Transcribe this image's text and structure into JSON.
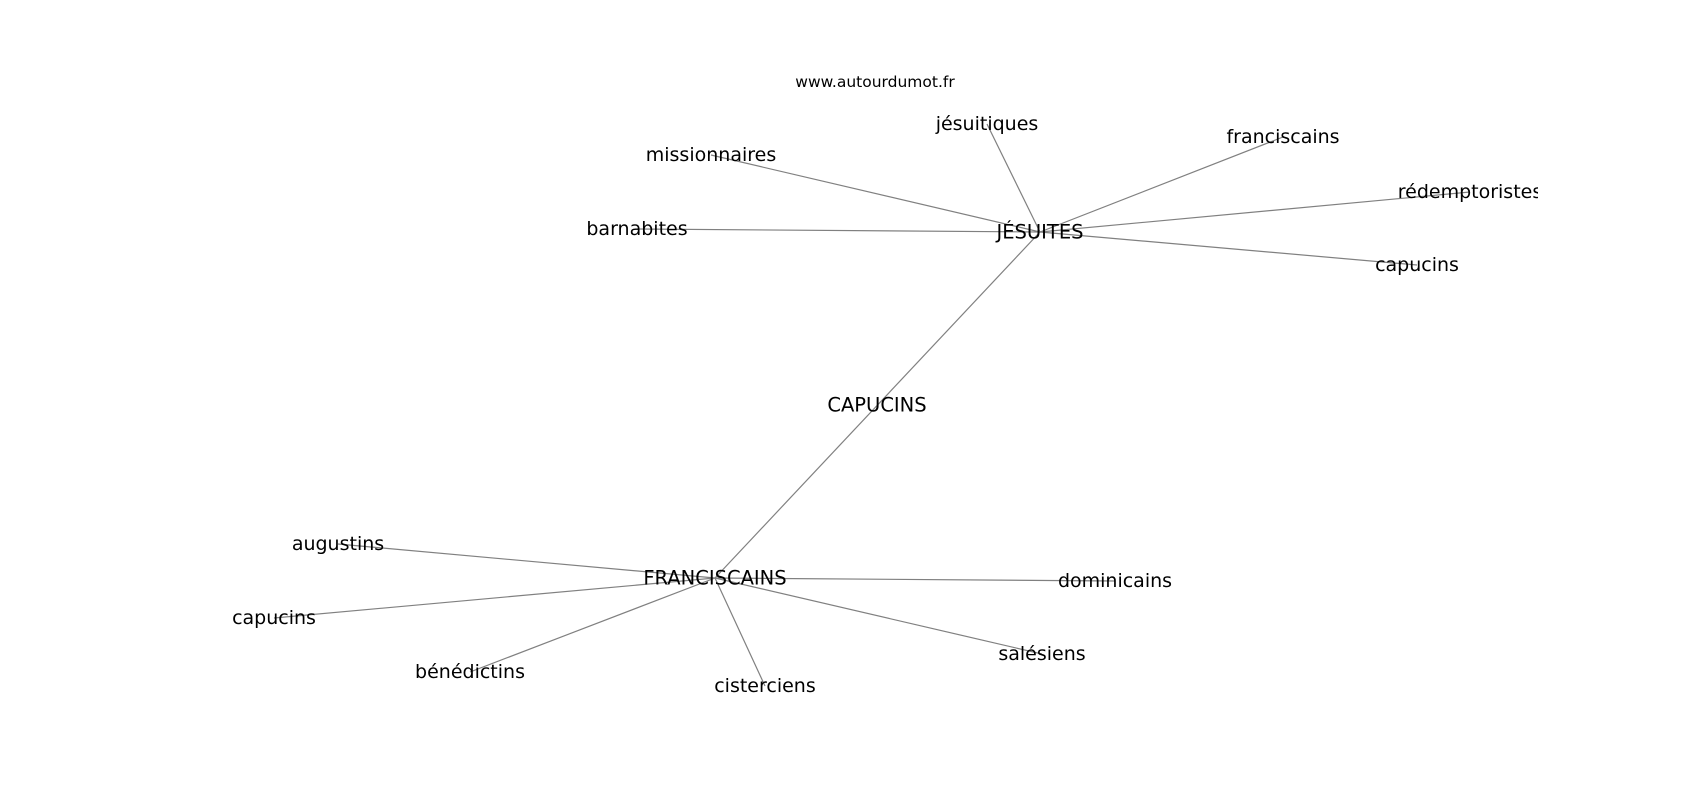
{
  "watermark": "www.autourdumot.fr",
  "center": "CAPUCINS",
  "hubs": [
    {
      "key": "jesuites",
      "label": "JÉSUITES",
      "neighbors": [
        {
          "key": "jesuitiques",
          "label": "jésuitiques"
        },
        {
          "key": "franciscains",
          "label": "franciscains"
        },
        {
          "key": "redemptoristes",
          "label": "rédemptoristes"
        },
        {
          "key": "capucins-top",
          "label": "capucins"
        },
        {
          "key": "barnabites",
          "label": "barnabites"
        },
        {
          "key": "missionnaires",
          "label": "missionnaires"
        }
      ]
    },
    {
      "key": "franciscains-hub",
      "label": "FRANCISCAINS",
      "neighbors": [
        {
          "key": "augustins",
          "label": "augustins"
        },
        {
          "key": "capucins-bottom",
          "label": "capucins"
        },
        {
          "key": "benedictins",
          "label": "bénédictins"
        },
        {
          "key": "cisterciens",
          "label": "cisterciens"
        },
        {
          "key": "salesiens",
          "label": "salésiens"
        },
        {
          "key": "dominicains",
          "label": "dominicains"
        }
      ]
    }
  ]
}
